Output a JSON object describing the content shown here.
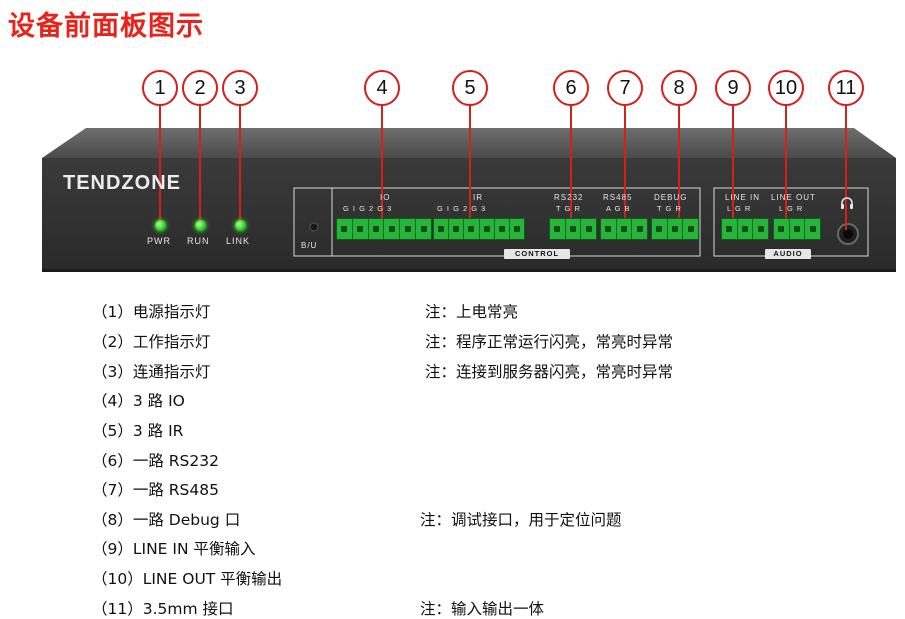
{
  "title": "设备前面板图示",
  "device": {
    "brand": "TENDZONE",
    "leds": [
      "PWR",
      "RUN",
      "LINK"
    ],
    "bu_label": "B/U",
    "io_label": "IO",
    "io_pins": "G I G 2 G 3",
    "ir_label": "IR",
    "ir_pins": "G I G 2 G 3",
    "rs232_label": "RS232",
    "rs232_pins": "T G R",
    "rs485_label": "RS485",
    "rs485_pins": "A G B",
    "debug_label": "DEBUG",
    "debug_pins": "T G R",
    "line_in_label": "LINE IN",
    "line_in_pins": "L G R",
    "line_out_label": "LINE OUT",
    "line_out_pins": "L G R",
    "control_plate": "CONTROL",
    "audio_plate": "AUDIO",
    "headphone_icon": "headphone-icon",
    "colors": {
      "callout": "#d2201a",
      "title": "#e8231b",
      "led": "#31d22b",
      "terminal": "#28b33a"
    }
  },
  "callouts": [
    "1",
    "2",
    "3",
    "4",
    "5",
    "6",
    "7",
    "8",
    "9",
    "10",
    "11"
  ],
  "items": [
    {
      "label": "（1）电源指示灯",
      "note": "注：上电常亮"
    },
    {
      "label": "（2）工作指示灯",
      "note": "注：程序正常运行闪亮，常亮时异常"
    },
    {
      "label": "（3）连通指示灯",
      "note": "注：连接到服务器闪亮，常亮时异常"
    },
    {
      "label": "（4）3 路 IO",
      "note": ""
    },
    {
      "label": "（5）3 路 IR",
      "note": ""
    },
    {
      "label": "（6）一路 RS232",
      "note": ""
    },
    {
      "label": "（7）一路 RS485",
      "note": ""
    },
    {
      "label": "（8）一路 Debug 口",
      "note": "注：调试接口，用于定位问题"
    },
    {
      "label": "（9）LINE IN 平衡输入",
      "note": ""
    },
    {
      "label": "（10）LINE OUT 平衡输出",
      "note": ""
    },
    {
      "label": "（11）3.5mm 接口",
      "note": "注：输入输出一体"
    }
  ]
}
